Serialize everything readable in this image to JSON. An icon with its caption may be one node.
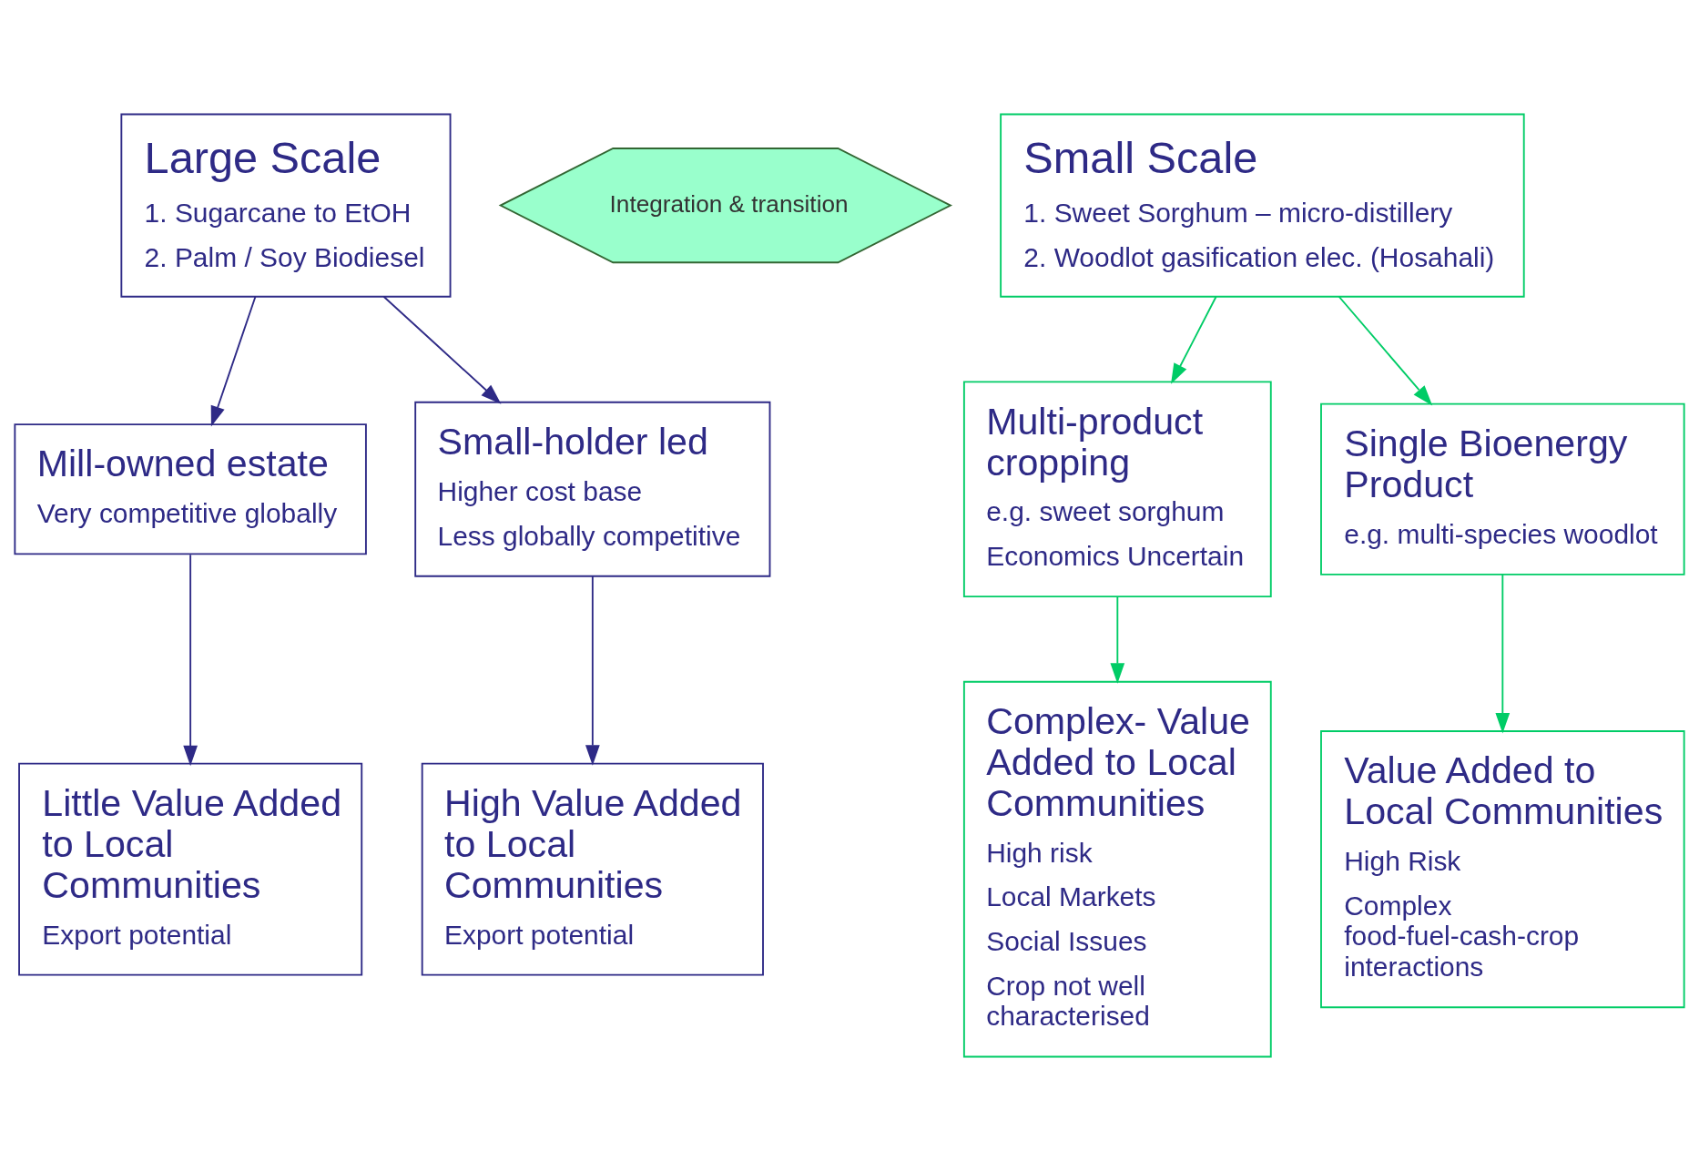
{
  "diagram": {
    "nodes": [
      {
        "text": [
          "Large Scale",
          "1. Sugarcane to EtOH",
          "2. Palm / Soy Biodiesel"
        ]
      },
      {
        "text": [
          "Integration & transition"
        ]
      },
      {
        "text": [
          "Small Scale",
          "1. Sweet Sorghum – micro-distillery",
          "2. Woodlot gasification elec. (Hosahali)"
        ]
      },
      {
        "text": [
          "Mill-owned estate",
          "Very competitive globally"
        ]
      },
      {
        "text": [
          "Small-holder led",
          "Higher cost base",
          "Less globally competitive"
        ]
      },
      {
        "text": [
          "Multi-product cropping",
          "e.g. sweet sorghum",
          "Economics Uncertain"
        ]
      },
      {
        "text": [
          "Single Bioenergy Product",
          "e.g. multi-species woodlot"
        ]
      },
      {
        "text": [
          "Little Value Added to Local Communities",
          "Export potential"
        ]
      },
      {
        "text": [
          "High Value Added to Local Communities",
          "Export potential"
        ]
      },
      {
        "text": [
          "Complex- Value Added to Local Communities",
          "High risk",
          "Local Markets",
          "Social Issues",
          "Crop not well characterised"
        ]
      },
      {
        "text": [
          "Value Added to Local Communities",
          "High Risk",
          "Complex food-fuel-cash-crop interactions"
        ]
      }
    ],
    "edges": [
      {
        "from": 0,
        "to": 3,
        "arrow": "to"
      },
      {
        "from": 0,
        "to": 4,
        "arrow": "to"
      },
      {
        "from": 2,
        "to": 5,
        "arrow": "to",
        "color": "#00cc66"
      },
      {
        "from": 2,
        "to": 6,
        "arrow": "to",
        "color": "#00cc66"
      },
      {
        "from": 3,
        "to": 7,
        "arrow": "to"
      },
      {
        "from": 4,
        "to": 8,
        "arrow": "to"
      },
      {
        "from": 5,
        "to": 9,
        "arrow": "to",
        "color": "#00cc66"
      },
      {
        "from": 6,
        "to": 10,
        "arrow": "to",
        "color": "#00cc66"
      }
    ]
  }
}
